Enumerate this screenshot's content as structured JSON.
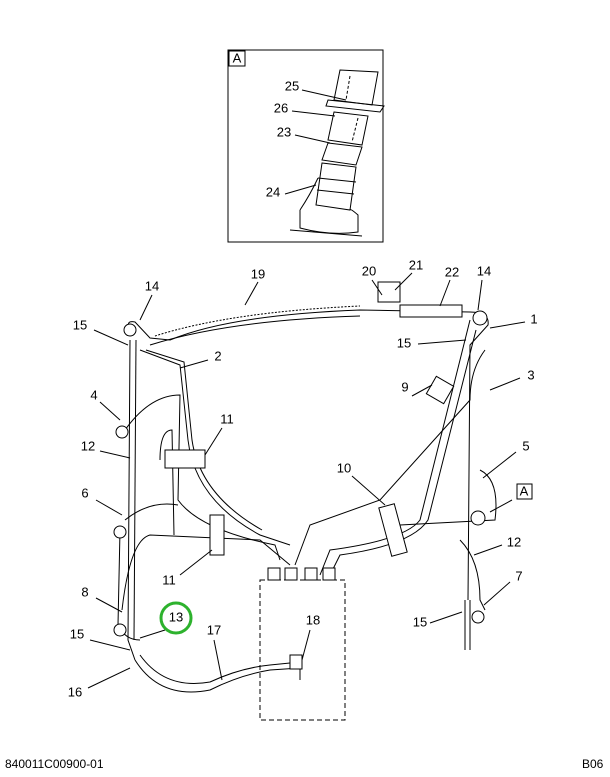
{
  "diagram": {
    "inset": {
      "view_label": "A",
      "callouts": [
        "25",
        "26",
        "23",
        "24"
      ]
    },
    "callouts": [
      "19",
      "20",
      "21",
      "22",
      "14",
      "14",
      "15",
      "1",
      "15",
      "2",
      "3",
      "9",
      "4",
      "11",
      "12",
      "5",
      "10",
      "12",
      "11",
      "7",
      "8",
      "13",
      "15",
      "17",
      "18",
      "15",
      "16",
      "6"
    ],
    "view_reference": "A",
    "highlighted_callout": "13",
    "highlight_color": "#2db22d"
  },
  "footer": {
    "drawing_number": "840011C00900-01",
    "page_code": "B06"
  }
}
